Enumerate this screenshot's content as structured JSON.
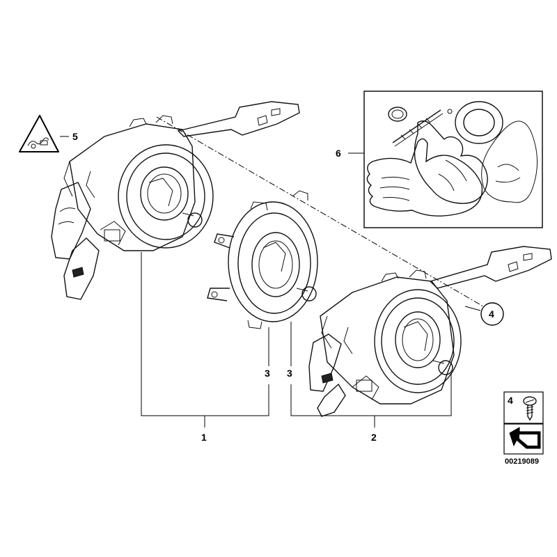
{
  "callouts": {
    "c1": "1",
    "c2": "2",
    "c3a": "3",
    "c3b": "3",
    "c4": "4",
    "c5": "5",
    "c6": "6"
  },
  "legend": {
    "item_number": "4",
    "diagram_code": "00219089"
  },
  "icons": [
    "steering-column-switch-icon",
    "clock-spring-icon",
    "warning-triangle-icon",
    "screw-icon",
    "gloves-kit-icon",
    "arrow-sign-icon"
  ]
}
